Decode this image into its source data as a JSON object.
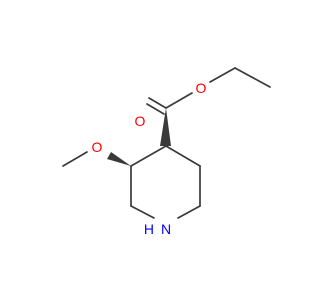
{
  "molecule": {
    "atoms": {
      "carbonyl_oxygen": "O",
      "ester_oxygen": "O",
      "methoxy_oxygen": "O",
      "ring_nitrogen": "N",
      "ring_nitrogen_hydrogen": "H"
    },
    "colors": {
      "bond": "#3a3a3a",
      "oxygen": "#ff0000",
      "nitrogen": "#0000ff"
    }
  }
}
